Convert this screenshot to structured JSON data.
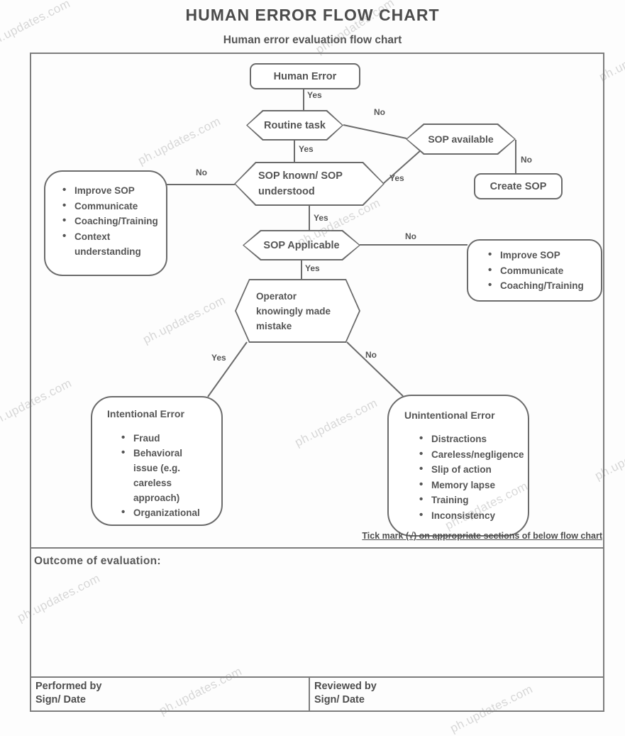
{
  "watermark_text": "ph.updates.com",
  "header": {
    "title": "HUMAN ERROR FLOW CHART",
    "subtitle": "Human error evaluation flow chart"
  },
  "flowchart": {
    "human_error": "Human Error",
    "routine_task": "Routine task",
    "sop_available": "SOP available",
    "create_sop": "Create SOP",
    "sop_known": "SOP known/ SOP understood",
    "sop_applicable": "SOP Applicable",
    "operator_mistake": "Operator knowingly made mistake",
    "remedy_left_bullets": [
      "Improve SOP",
      "Communicate",
      "Coaching/Training",
      "Context understanding"
    ],
    "remedy_right_bullets": [
      "Improve SOP",
      "Communicate",
      "Coaching/Training"
    ],
    "intentional": {
      "title": "Intentional Error",
      "bullets": [
        "Fraud",
        "Behavioral issue (e.g. careless approach)",
        "Organizational"
      ]
    },
    "unintentional": {
      "title": "Unintentional Error",
      "bullets": [
        "Distractions",
        "Careless/negligence",
        "Slip of action",
        "Memory lapse",
        "Training",
        "Inconsistency"
      ]
    },
    "labels": {
      "human_to_routine": "Yes",
      "routine_to_sopavail": "No",
      "routine_to_sopknown": "Yes",
      "sopavail_to_create": "No",
      "sopavail_to_sopknown": "Yes",
      "sopknown_to_remedy": "No",
      "sopknown_to_applicable": "Yes",
      "applicable_to_remedy": "No",
      "applicable_to_operator": "Yes",
      "operator_to_intentional": "Yes",
      "operator_to_unintentional": "No"
    }
  },
  "tick_note": "Tick mark (√) on appropriate sections of below flow chart",
  "outcome": {
    "label": "Outcome of evaluation:"
  },
  "footer": {
    "performed_by": "Performed by",
    "performed_sign": "Sign/ Date",
    "reviewed_by": "Reviewed by",
    "reviewed_sign": "Sign/ Date"
  }
}
